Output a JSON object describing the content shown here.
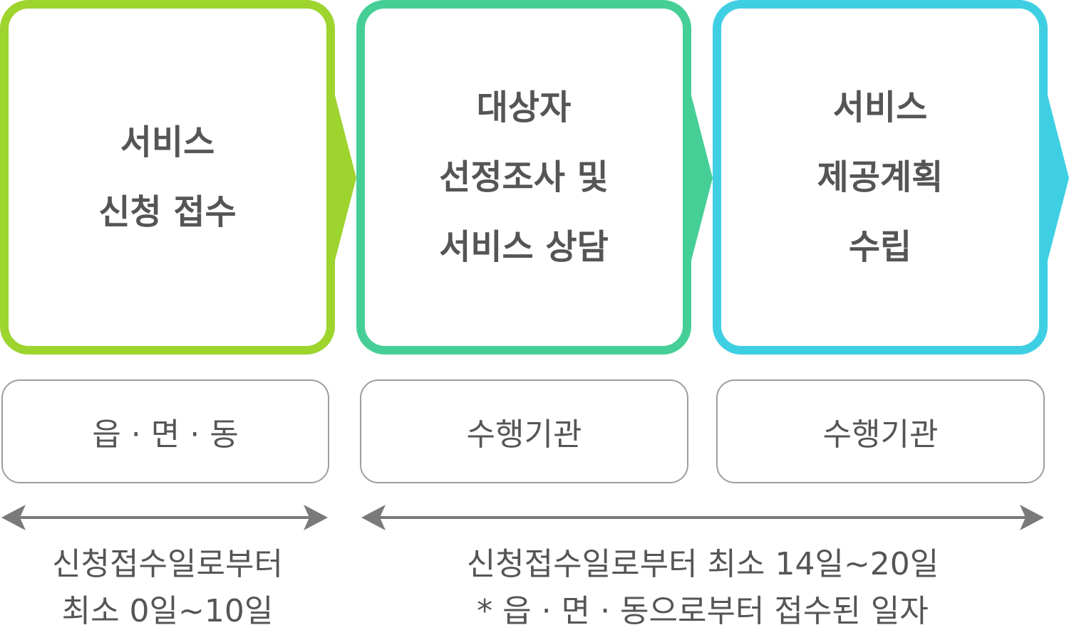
{
  "stages": [
    {
      "lines": [
        "서비스",
        "신청 접수"
      ],
      "color": "#9dd42e"
    },
    {
      "lines": [
        "대상자",
        "선정조사 및",
        "서비스 상담"
      ],
      "color": "#45cf96"
    },
    {
      "lines": [
        "서비스",
        "제공계획",
        "수립"
      ],
      "color": "#3fcfe3"
    }
  ],
  "agents": [
    "읍 · 면 · 동",
    "수행기관",
    "수행기관"
  ],
  "durations": [
    {
      "lines": [
        "신청접수일로부터",
        "최소 0일~10일"
      ]
    },
    {
      "lines": [
        "신청접수일로부터 최소 14일~20일",
        "* 읍 · 면 · 동으로부터 접수된 일자"
      ]
    }
  ],
  "colors": {
    "text": "#555555",
    "agent_border": "#9e9e9e",
    "span_arrow": "#7a7a7a"
  }
}
